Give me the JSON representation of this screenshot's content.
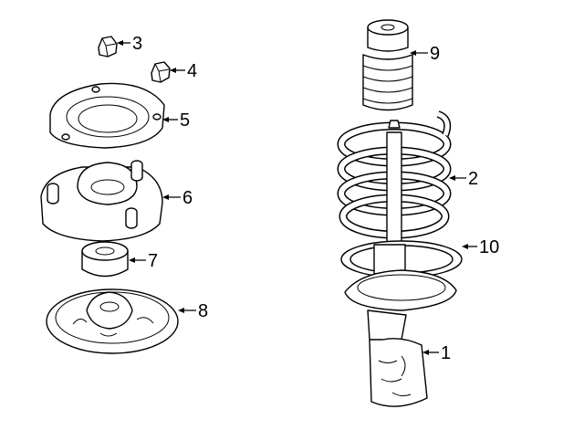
{
  "diagram": {
    "callouts": [
      {
        "id": "3",
        "label": "3",
        "part": "nut"
      },
      {
        "id": "4",
        "label": "4",
        "part": "nut"
      },
      {
        "id": "5",
        "label": "5",
        "part": "upper-seat"
      },
      {
        "id": "6",
        "label": "6",
        "part": "strut-mount"
      },
      {
        "id": "7",
        "label": "7",
        "part": "bumper"
      },
      {
        "id": "8",
        "label": "8",
        "part": "insulator"
      },
      {
        "id": "9",
        "label": "9",
        "part": "bump-stop-boot"
      },
      {
        "id": "2",
        "label": "2",
        "part": "coil-spring"
      },
      {
        "id": "10",
        "label": "10",
        "part": "lower-insulator"
      },
      {
        "id": "1",
        "label": "1",
        "part": "strut"
      }
    ]
  }
}
